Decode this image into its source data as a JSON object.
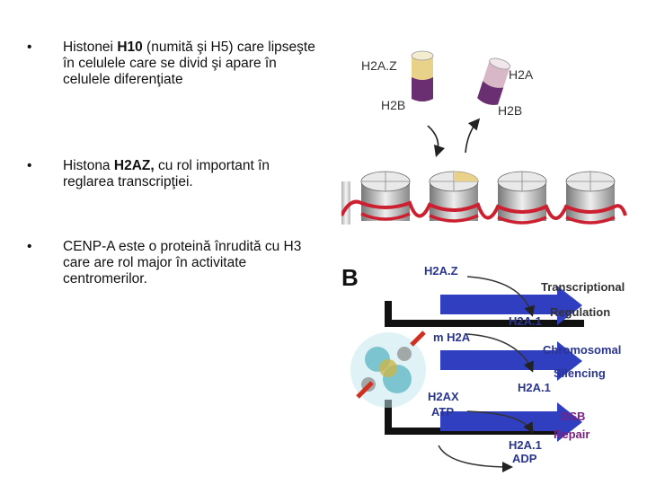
{
  "bullets": [
    {
      "marker": "•",
      "pre": "Histonei ",
      "bold": "H10",
      "post": " (numită şi H5) care lipseşte în celulele care se divid şi apare în celulele diferenţiate"
    },
    {
      "marker": "•",
      "pre": "Histona ",
      "bold": "H2AZ,",
      "post": " cu rol important în reglarea transcripţiei."
    },
    {
      "marker": "•",
      "pre": "CENP-A este o proteină înrudită cu H3 care are rol major în activitate centromerilor.",
      "bold": "",
      "post": ""
    }
  ],
  "figure": {
    "dimer_left": {
      "top": "H2A.Z",
      "bottom": "H2B"
    },
    "dimer_right": {
      "top": "H2A",
      "bottom": "H2B"
    },
    "panel_letter": "B",
    "variants": {
      "h2az": "H2A.Z",
      "h2a1_a": "H2A.1",
      "mh2a": "m H2A",
      "h2a1_b": "H2A.1",
      "h2ax": "H2AX",
      "atp": "ATP",
      "h2a1_c": "H2A.1",
      "adp": "ADP"
    },
    "outcomes": {
      "transcription_1": "Transcriptional",
      "transcription_2": "Regulation",
      "chromosomal_1": "Chromosomal",
      "chromosomal_2": "Silencing",
      "dsb_1": "DSB",
      "dsb_2": "Repair"
    }
  },
  "colors": {
    "arrow_blue": "#2f3fc0",
    "dna_red": "#cc2030",
    "label_navy": "#2a3590",
    "dsb_purple": "#7a2080"
  }
}
